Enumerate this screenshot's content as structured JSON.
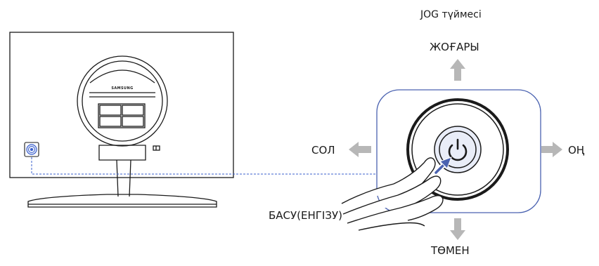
{
  "diagram": {
    "title": "JOG түймесі",
    "directions": {
      "up": "ЖОҒАРЫ",
      "down": "ТӨМЕН",
      "left": "СОЛ",
      "right": "ОҢ",
      "press": "БАСУ(ЕНГІЗУ)"
    },
    "monitor_logo": "SAMSUNG"
  },
  "colors": {
    "line": "#1a1a1a",
    "arrow": "#b7b7b7",
    "accent_blue": "#4a62b0",
    "connector": "#3a5fcd",
    "button_fill": "#e9edf8"
  }
}
